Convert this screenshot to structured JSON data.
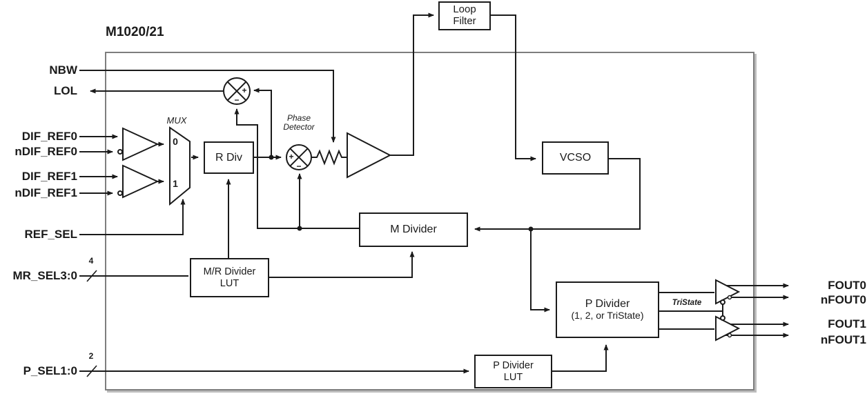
{
  "title": "M1020/21",
  "left_ports": {
    "nbw": "NBW",
    "lol": "LOL",
    "dif_ref0": "DIF_REF0",
    "ndif_ref0": "nDIF_REF0",
    "dif_ref1": "DIF_REF1",
    "ndif_ref1": "nDIF_REF1",
    "ref_sel": "REF_SEL",
    "mr_sel": "MR_SEL3:0",
    "p_sel": "P_SEL1:0"
  },
  "right_ports": {
    "fout0": "FOUT0",
    "nfout0": "nFOUT0",
    "fout1": "FOUT1",
    "nfout1": "nFOUT1"
  },
  "bus_widths": {
    "mr_sel": "4",
    "p_sel": "2"
  },
  "blocks": {
    "loop_filter": {
      "line1": "Loop",
      "line2": "Filter"
    },
    "r_div": "R Div",
    "vcso": "VCSO",
    "m_divider": "M Divider",
    "mr_lut": {
      "line1": "M/R Divider",
      "line2": "LUT"
    },
    "p_divider": {
      "line1": "P Divider",
      "line2": "(1, 2, or TriState)"
    },
    "p_lut": {
      "line1": "P Divider",
      "line2": "LUT"
    }
  },
  "annotations": {
    "mux": "MUX",
    "mux_in0": "0",
    "mux_in1": "1",
    "phase_detector": {
      "line1": "Phase",
      "line2": "Detector"
    },
    "tristate": "TriState",
    "plus": "+",
    "minus": "−"
  },
  "colors": {
    "line": "#1a1a1a",
    "boundary": "#7d7d7d",
    "boundary_shadow": "#bcbcbc"
  }
}
